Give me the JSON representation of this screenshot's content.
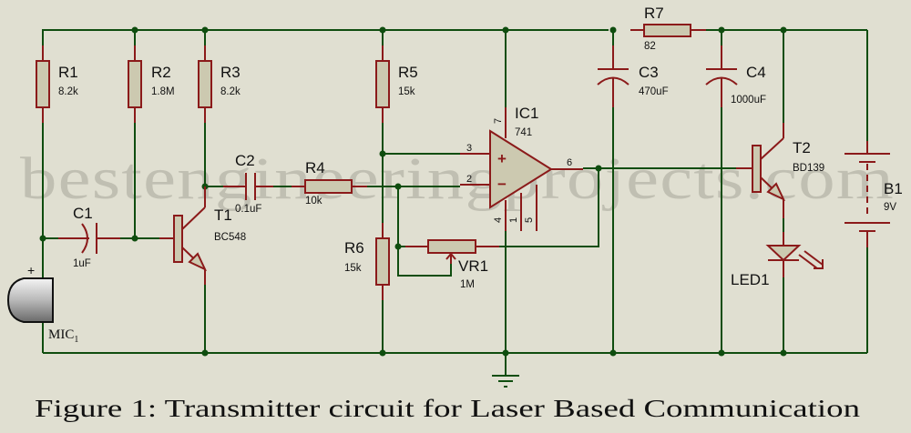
{
  "caption": "Figure 1: Transmitter circuit for Laser Based Communication",
  "watermark": "bestengineeringprojects.com",
  "colors": {
    "wire": "#0f4d0f",
    "component": "#8b1a1a",
    "fill": "#ccc9b0",
    "background": "#e0dfd1"
  },
  "components": {
    "R1": {
      "label": "R1",
      "value": "8.2k"
    },
    "R2": {
      "label": "R2",
      "value": "1.8M"
    },
    "R3": {
      "label": "R3",
      "value": "8.2k"
    },
    "R4": {
      "label": "R4",
      "value": "10k"
    },
    "R5": {
      "label": "R5",
      "value": "15k"
    },
    "R6": {
      "label": "R6",
      "value": "15k"
    },
    "R7": {
      "label": "R7",
      "value": "82"
    },
    "VR1": {
      "label": "VR1",
      "value": "1M"
    },
    "C1": {
      "label": "C1",
      "value": "1uF"
    },
    "C2": {
      "label": "C2",
      "value": "0.1uF"
    },
    "C3": {
      "label": "C3",
      "value": "470uF"
    },
    "C4": {
      "label": "C4",
      "value": "1000uF"
    },
    "T1": {
      "label": "T1",
      "value": "BC548"
    },
    "T2": {
      "label": "T2",
      "value": "BD139"
    },
    "IC1": {
      "label": "IC1",
      "value": "741",
      "pins": {
        "p7": "7",
        "p3": "3",
        "p2": "2",
        "p6": "6",
        "p4": "4",
        "p1": "1",
        "p5": "5"
      },
      "plus": "+",
      "minus": "−"
    },
    "B1": {
      "label": "B1",
      "value": "9V"
    },
    "LED1": {
      "label": "LED1"
    },
    "MIC": {
      "label": "MIC",
      "sub": "1",
      "polarity": "+"
    }
  }
}
